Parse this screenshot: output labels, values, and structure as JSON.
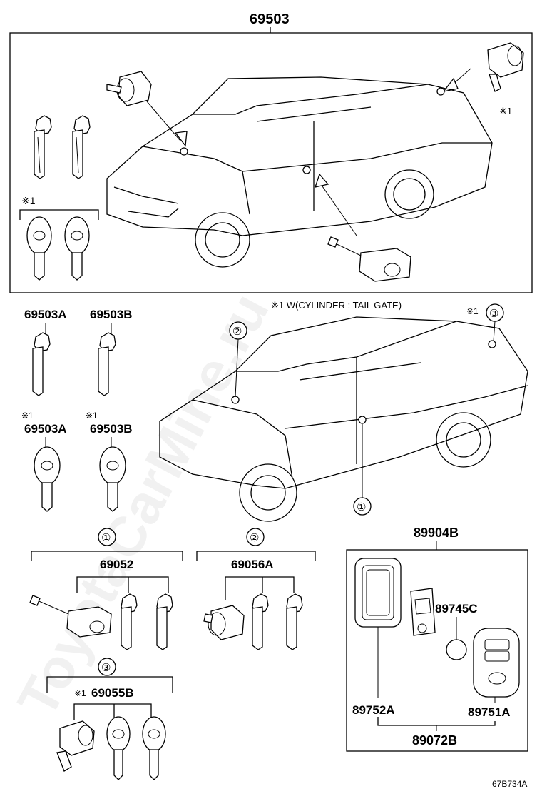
{
  "diagram_id": "67B734A",
  "watermark": "ToyotaCarMine.ru",
  "top_group": {
    "part_number": "69503",
    "note_mark": "※1"
  },
  "footnote": "※1 W(CYLINDER : TAIL GATE)",
  "keys": [
    {
      "part": "69503A",
      "mark": ""
    },
    {
      "part": "69503B",
      "mark": ""
    },
    {
      "part": "69503A",
      "mark": "※1"
    },
    {
      "part": "69503B",
      "mark": "※1"
    }
  ],
  "callouts": [
    "①",
    "②",
    "③"
  ],
  "truck_note_mark": "※1",
  "groups": [
    {
      "ref": "①",
      "part": "69052",
      "mark": ""
    },
    {
      "ref": "②",
      "part": "69056A",
      "mark": ""
    },
    {
      "ref": "③",
      "part": "69055B",
      "mark": "※1"
    }
  ],
  "remote": {
    "assembly": "89904B",
    "parts": [
      "89745C",
      "89752A",
      "89751A"
    ],
    "sub_assembly": "89072B"
  }
}
